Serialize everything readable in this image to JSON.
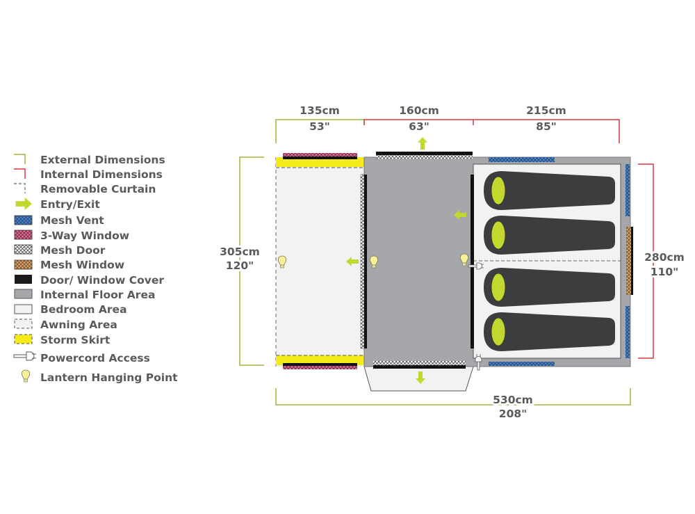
{
  "legend": {
    "items": [
      {
        "label": "External Dimensions",
        "icon": "external-dimension-bracket"
      },
      {
        "label": "Internal Dimensions",
        "icon": "internal-dimension-bracket"
      },
      {
        "label": "Removable Curtain",
        "icon": "dashed-bracket"
      },
      {
        "label": "Entry/Exit",
        "icon": "arrow-right"
      },
      {
        "label": "Mesh Vent",
        "icon": "mesh-blue"
      },
      {
        "label": "3-Way Window",
        "icon": "mesh-pink"
      },
      {
        "label": "Mesh Door",
        "icon": "mesh-white"
      },
      {
        "label": "Mesh Window",
        "icon": "mesh-orange"
      },
      {
        "label": "Door/ Window Cover",
        "icon": "black-block"
      },
      {
        "label": "Internal Floor Area",
        "icon": "grey-block"
      },
      {
        "label": "Bedroom Area",
        "icon": "light-block"
      },
      {
        "label": "Awning Area",
        "icon": "dashed-block"
      },
      {
        "label": "Storm Skirt",
        "icon": "yellow-dashed-block"
      },
      {
        "label": "Powercord Access",
        "icon": "plug"
      },
      {
        "label": "Lantern Hanging Point",
        "icon": "bulb"
      }
    ]
  },
  "dimensions": {
    "top": [
      {
        "cm": "135cm",
        "in": "53\""
      },
      {
        "cm": "160cm",
        "in": "63\""
      },
      {
        "cm": "215cm",
        "in": "85\""
      }
    ],
    "left": {
      "cm": "305cm",
      "in": "120\""
    },
    "right": {
      "cm": "280cm",
      "in": "110\""
    },
    "bottom": {
      "cm": "530cm",
      "in": "208\""
    }
  },
  "colors": {
    "external": "#9bb63a",
    "internal": "#d9363e",
    "accent": "#c2d82e",
    "floor": "#a6a7aa",
    "bedroom": "#f2f2f3",
    "bag": "#3d3d3f",
    "skirt": "#f5ea1a",
    "vent": "#3f6fb0",
    "window3": "#d9608a",
    "meshWindow": "#d29a62"
  }
}
